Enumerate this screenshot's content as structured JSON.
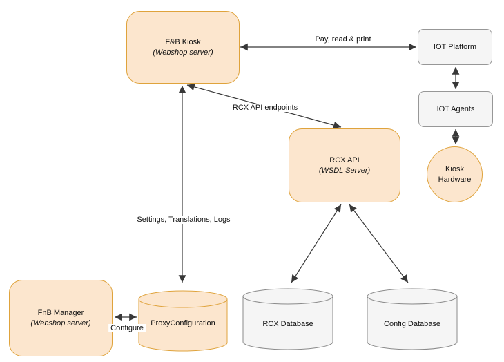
{
  "diagram": {
    "nodes": {
      "fb_kiosk": {
        "label": "F&B Kiosk",
        "sublabel": "(Webshop server)"
      },
      "iot_platform": {
        "label": "IOT Platform"
      },
      "iot_agents": {
        "label": "IOT Agents"
      },
      "kiosk_hardware": {
        "label": "Kiosk Hardware"
      },
      "rcx_api": {
        "label": "RCX API",
        "sublabel": "(WSDL Server)"
      },
      "fnb_manager": {
        "label": "FnB Manager",
        "sublabel": "(Webshop server)"
      },
      "proxy_configuration": {
        "label": "ProxyConfiguration"
      },
      "rcx_database": {
        "label": "RCX Database"
      },
      "config_database": {
        "label": "Config Database"
      }
    },
    "edges": {
      "pay_read_print": {
        "label": "Pay, read & print",
        "from": "fb_kiosk",
        "to": "iot_platform",
        "bidirectional": true
      },
      "rcx_api_endpoints": {
        "label": "RCX API endpoints",
        "from": "fb_kiosk",
        "to": "rcx_api",
        "bidirectional": true
      },
      "settings_translations_logs": {
        "label": "Settings, Translations, Logs",
        "from": "fb_kiosk",
        "to": "proxy_configuration",
        "bidirectional": true
      },
      "configure": {
        "label": "Configure",
        "from": "fnb_manager",
        "to": "proxy_configuration",
        "bidirectional": true
      },
      "platform_agents": {
        "label": "",
        "from": "iot_platform",
        "to": "iot_agents",
        "bidirectional": true
      },
      "agents_hardware": {
        "label": "",
        "from": "iot_agents",
        "to": "kiosk_hardware",
        "bidirectional": true
      },
      "api_rcx_db": {
        "label": "",
        "from": "rcx_api",
        "to": "rcx_database",
        "bidirectional": true
      },
      "api_config_db": {
        "label": "",
        "from": "rcx_api",
        "to": "config_database",
        "bidirectional": true
      }
    },
    "colors": {
      "node_orange_fill": "#FCE6CE",
      "node_orange_stroke": "#DFA33C",
      "node_gray_fill": "#F5F5F5",
      "node_gray_stroke": "#979797",
      "arrow": "#383838",
      "text": "#111111",
      "background": "#FFFFFF"
    }
  }
}
